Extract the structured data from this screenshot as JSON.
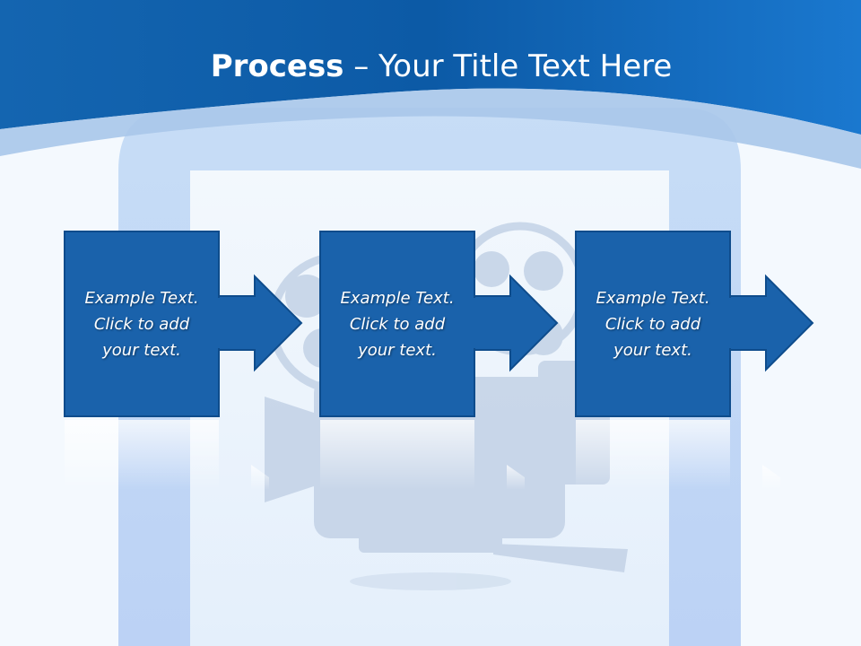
{
  "slide": {
    "title_bold": "Process",
    "title_rest": " – Your Title Text Here"
  },
  "process": {
    "steps": [
      {
        "text": "Example Text.\nClick  to add\nyour text."
      },
      {
        "text": "Example Text.\nClick  to add\nyour text."
      },
      {
        "text": "Example Text.\nClick  to add\nyour text."
      }
    ]
  },
  "colors": {
    "header_blue": "#0d63b2",
    "box_blue": "#1a62ab",
    "box_border": "#0e4c8c",
    "background": "#f4f9fe"
  },
  "icons": [
    "video-camera-icon",
    "right-arrow-icon"
  ]
}
